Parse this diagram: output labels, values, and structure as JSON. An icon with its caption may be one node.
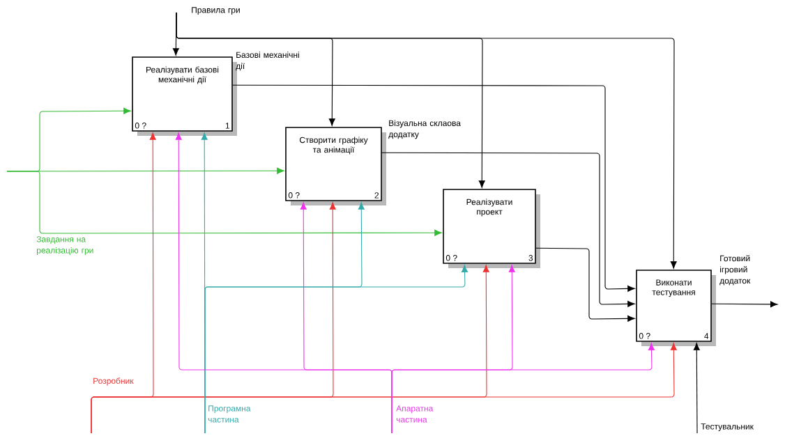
{
  "diagram": {
    "nodes": [
      {
        "text": [
          "Реалізувати базові механічні дії",
          "0 ?",
          "1"
        ]
      },
      {
        "text": [
          "Створити графіку та анімації",
          "0 ?",
          "2"
        ]
      },
      {
        "text": [
          "Реалізувати проект",
          "0 ?",
          "3"
        ]
      },
      {
        "text": [
          "Виконати тестування",
          "0 ?",
          "4"
        ]
      }
    ],
    "edges": [
      {
        "from": null,
        "to": 0,
        "arrow": "to",
        "label": "Правила гри"
      },
      {
        "from": null,
        "to": 1,
        "arrow": "to"
      },
      {
        "from": null,
        "to": 2,
        "arrow": "to"
      },
      {
        "from": null,
        "to": 3,
        "arrow": "to"
      },
      {
        "from": null,
        "to": 0,
        "arrow": "to",
        "color": "#33bb33"
      },
      {
        "from": null,
        "to": 1,
        "arrow": "to",
        "color": "#33bb33"
      },
      {
        "from": null,
        "to": 2,
        "arrow": "to",
        "color": "#33bb33",
        "label": "Завдання на реалізацію гри"
      },
      {
        "from": 0,
        "to": 3,
        "arrow": "to",
        "label": "Базові механічні дії"
      },
      {
        "from": 1,
        "to": 3,
        "arrow": "to",
        "label": "Візуальна склаова додатку"
      },
      {
        "from": 2,
        "to": 3,
        "arrow": "to"
      },
      {
        "from": 3,
        "to": null,
        "arrow": "to",
        "label": "Готовий ігровий додаток"
      },
      {
        "from": null,
        "to": 0,
        "arrow": "to",
        "color": "#ee3333",
        "label": "Розробник"
      },
      {
        "from": null,
        "to": 1,
        "arrow": "to",
        "color": "#ee3333"
      },
      {
        "from": null,
        "to": 2,
        "arrow": "to",
        "color": "#ee3333"
      },
      {
        "from": null,
        "to": 3,
        "arrow": "to",
        "color": "#ee3333"
      },
      {
        "from": null,
        "to": 0,
        "arrow": "to",
        "color": "#33aaaa",
        "label": "Програмна частина"
      },
      {
        "from": null,
        "to": 1,
        "arrow": "to",
        "color": "#33aaaa"
      },
      {
        "from": null,
        "to": 2,
        "arrow": "to",
        "color": "#33aaaa"
      },
      {
        "from": null,
        "to": 0,
        "arrow": "to",
        "color": "#ee33ee",
        "label": "Апаратна частина"
      },
      {
        "from": null,
        "to": 1,
        "arrow": "to",
        "color": "#ee33ee"
      },
      {
        "from": null,
        "to": 2,
        "arrow": "to",
        "color": "#ee33ee"
      },
      {
        "from": null,
        "to": 3,
        "arrow": "to",
        "color": "#ee33ee"
      },
      {
        "from": null,
        "to": 3,
        "arrow": "to",
        "label": "Тестувальник"
      }
    ]
  }
}
